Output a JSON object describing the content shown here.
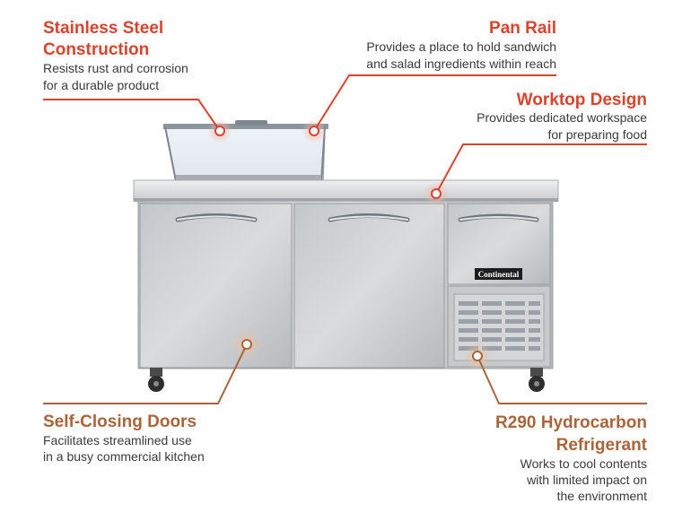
{
  "callouts": {
    "stainless": {
      "title_line1": "Stainless Steel",
      "title_line2": "Construction",
      "desc_line1": "Resists rust and corrosion",
      "desc_line2": "for a durable product"
    },
    "pan_rail": {
      "title": "Pan Rail",
      "desc_line1": "Provides a place to hold sandwich",
      "desc_line2": "and salad ingredients within reach"
    },
    "worktop": {
      "title": "Worktop Design",
      "desc_line1": "Provides dedicated workspace",
      "desc_line2": "for preparing food"
    },
    "doors": {
      "title": "Self-Closing Doors",
      "desc_line1": "Facilitates streamlined use",
      "desc_line2": "in a busy commercial kitchen"
    },
    "r290": {
      "title_line1": "R290 Hydrocarbon",
      "title_line2": "Refrigerant",
      "desc_line1": "Works to cool contents",
      "desc_line2": "with limited impact on",
      "desc_line3": "the environment"
    }
  },
  "product": {
    "brand": "Continental"
  },
  "colors": {
    "accent_red": "#d9442f",
    "accent_brown": "#a8653b",
    "body_text": "#3a3a3a"
  }
}
